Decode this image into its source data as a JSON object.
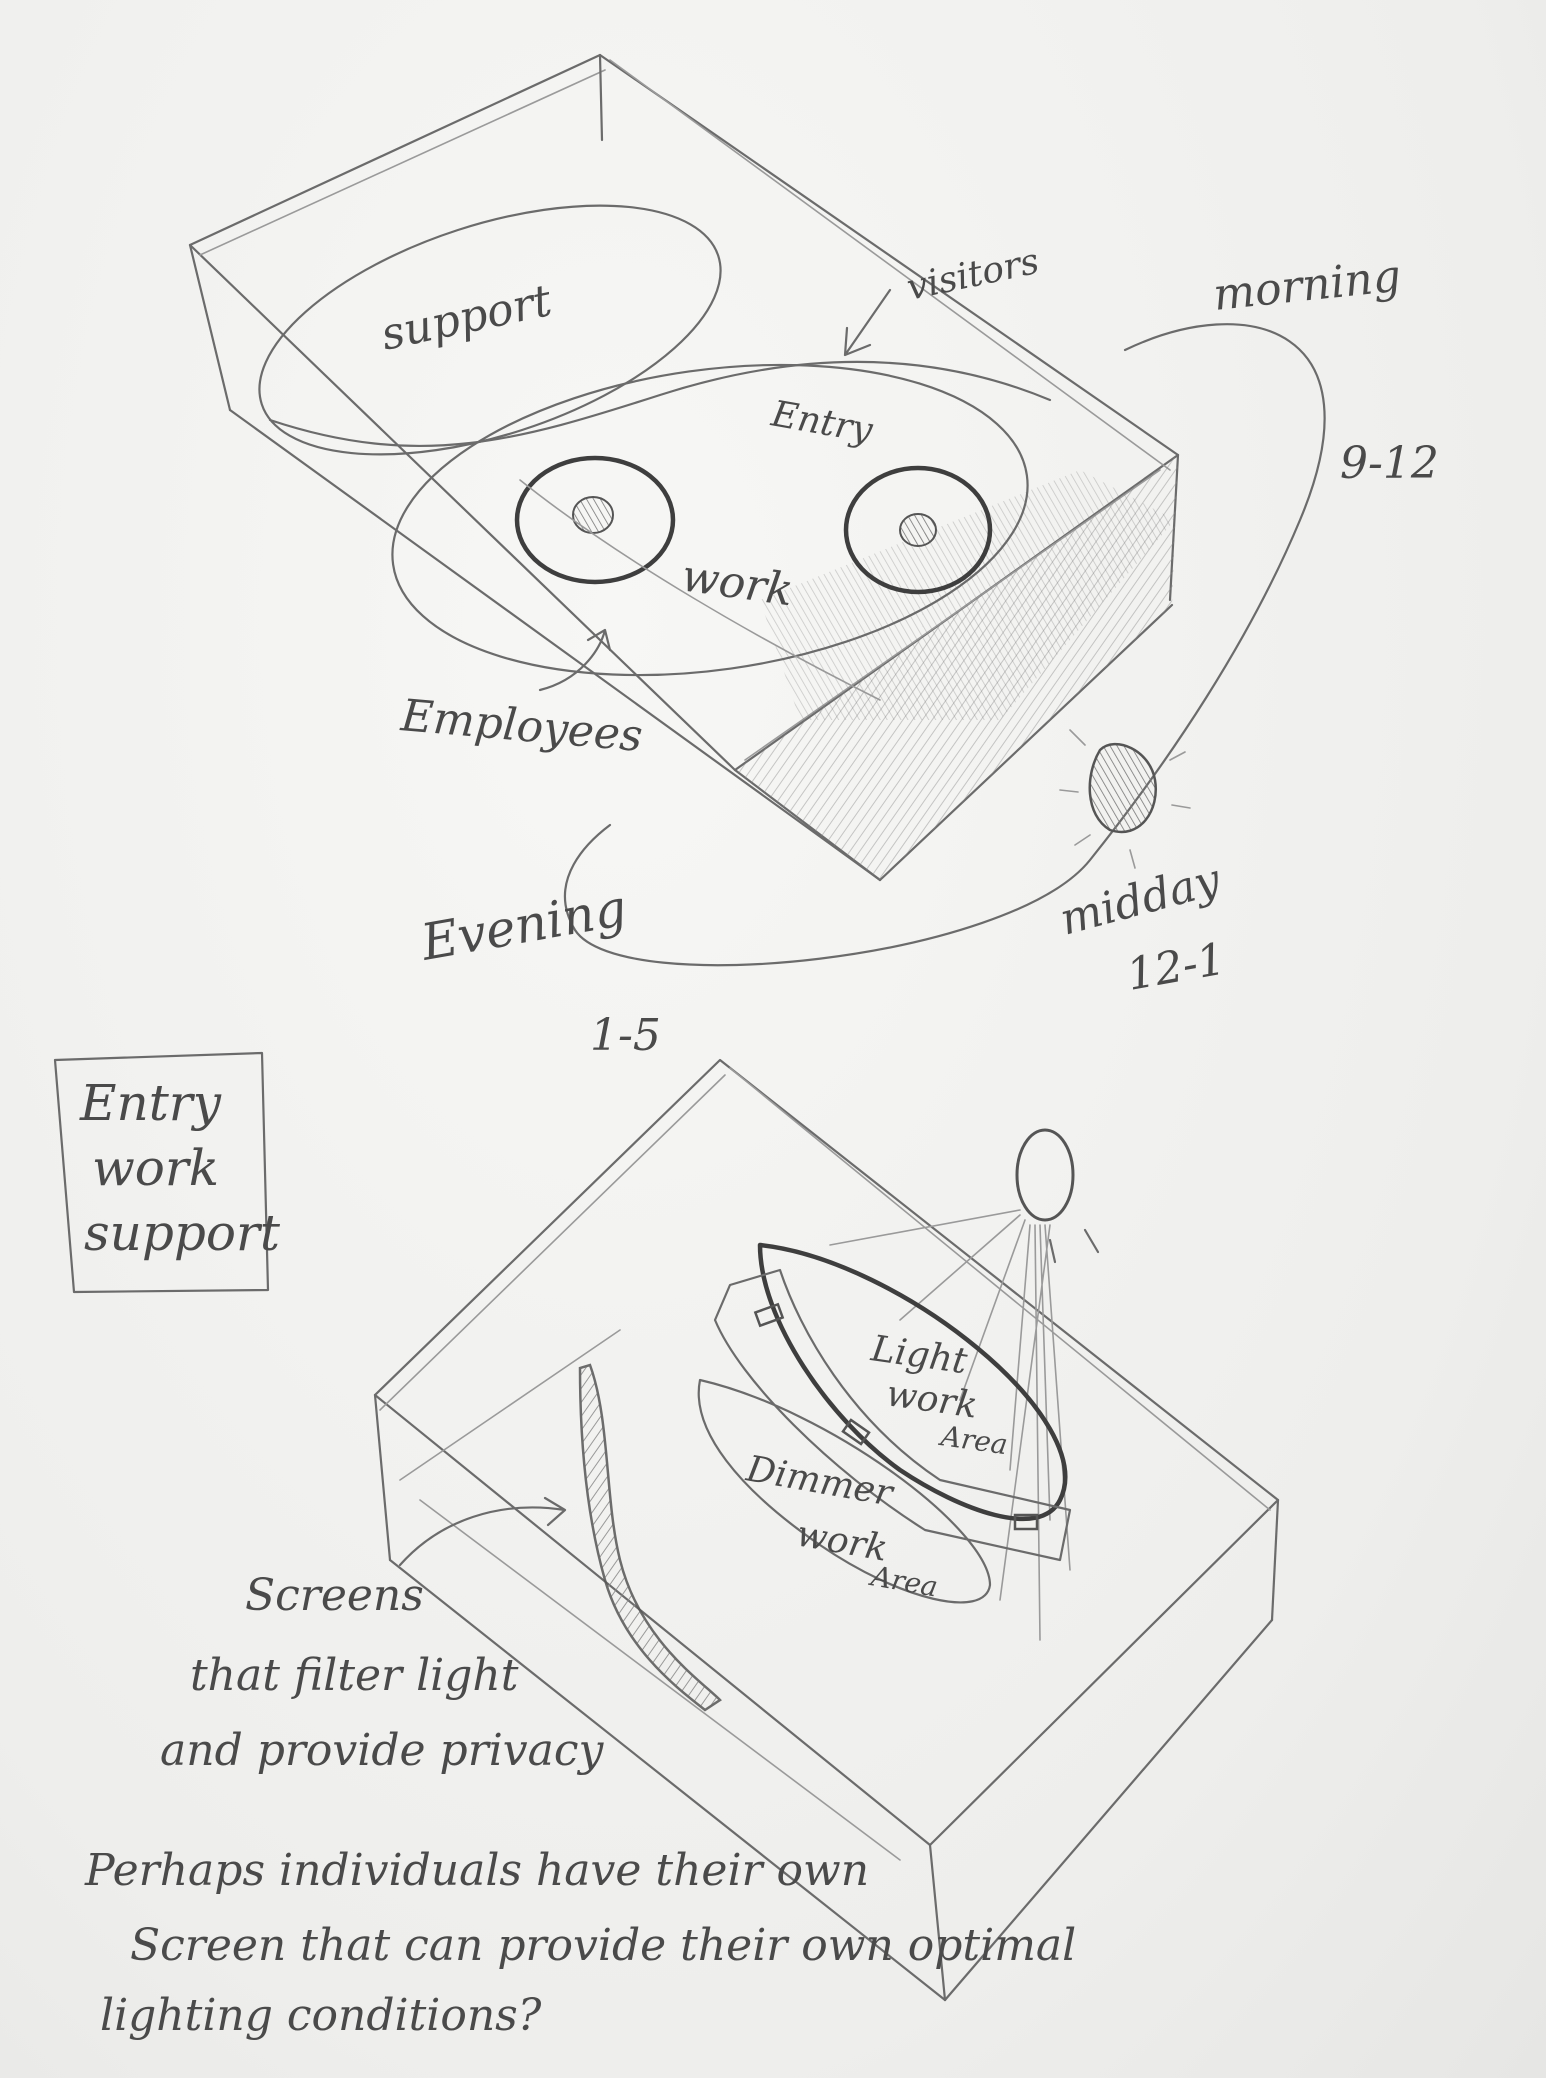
{
  "diagram1": {
    "labels": {
      "support": "support",
      "visitors": "visitors",
      "entry": "Entry",
      "work": "work",
      "employees": "Employees",
      "morning": "morning",
      "morning_time": "9-12",
      "midday": "midday",
      "midday_time": "12-1",
      "evening": "Evening",
      "evening_time": "1-5"
    }
  },
  "legend_box": {
    "lines": [
      "Entry",
      "work",
      "support"
    ]
  },
  "diagram2": {
    "labels": {
      "light_1": "Light",
      "light_2": "work",
      "light_3": "Area",
      "dim_1": "Dimmer",
      "dim_2": "work",
      "dim_3": "Area"
    },
    "screens_caption": [
      "Screens",
      "that filter light",
      "and provide privacy"
    ]
  },
  "footnote": {
    "lines": [
      "Perhaps individuals have their own",
      "Screen that can provide their own optimal",
      "lighting conditions?"
    ]
  },
  "colors": {
    "paper": "#f3f3f1",
    "graphite": "#4a4a4a",
    "shade": "#a8a8a8"
  }
}
